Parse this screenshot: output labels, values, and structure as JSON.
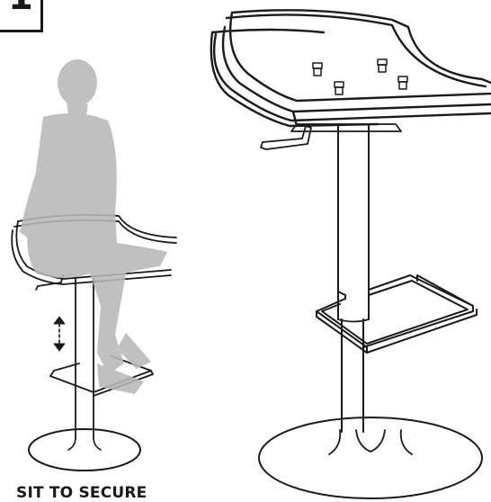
{
  "step": {
    "number": "1"
  },
  "caption": "SIT TO SECURE",
  "colors": {
    "line": "#1a1a1a",
    "figure": "#b8b8b8",
    "background": "#ffffff"
  },
  "icons": [
    "step-number-box",
    "seated-person-silhouette",
    "height-adjust-arrow-icon",
    "bar-stool-small",
    "bar-stool-large",
    "gas-lift-lever",
    "seat-screw-icon",
    "footrest-ring",
    "round-base"
  ]
}
